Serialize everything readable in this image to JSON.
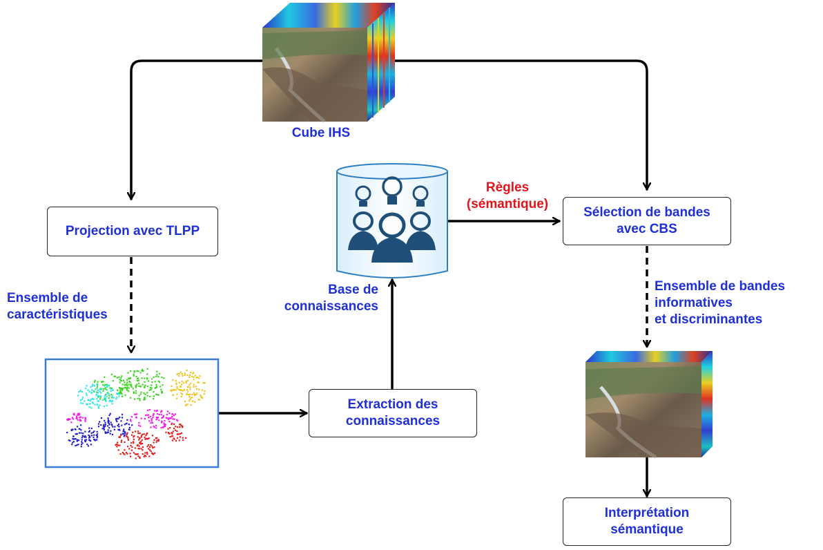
{
  "colors": {
    "text_blue": "#1f2fd6",
    "text_red": "#e0141b",
    "arrow": "#000000",
    "cluster_frame": "#3a7bd5"
  },
  "cube_label": "Cube IHS",
  "boxes": {
    "projection": "Projection avec TLPP",
    "selection": "Sélection de bandes\navec CBS",
    "extraction": "Extraction des\nconnaissances",
    "interpretation": "Interprétation\nsémantique"
  },
  "labels": {
    "features": "Ensemble de\ncaractéristiques",
    "knowledge_base": "Base de\nconnaissances",
    "rules": "Règles\n(sémantique)",
    "band_set": "Ensemble de bandes\ninformatives\net discriminantes"
  },
  "icons": {
    "hyperspectral_cube": "hyperspectral-cube-icon",
    "reduced_cube": "reduced-hyperspectral-cube-icon",
    "database": "database-cylinder-icon",
    "people_ideas": "people-lightbulb-icon",
    "cluster_plot": "scatter-cluster-icon"
  },
  "cluster_colors": [
    "#39d61c",
    "#2ee6e6",
    "#f2c21b",
    "#f21ee8",
    "#1e1ec8",
    "#e61919"
  ]
}
